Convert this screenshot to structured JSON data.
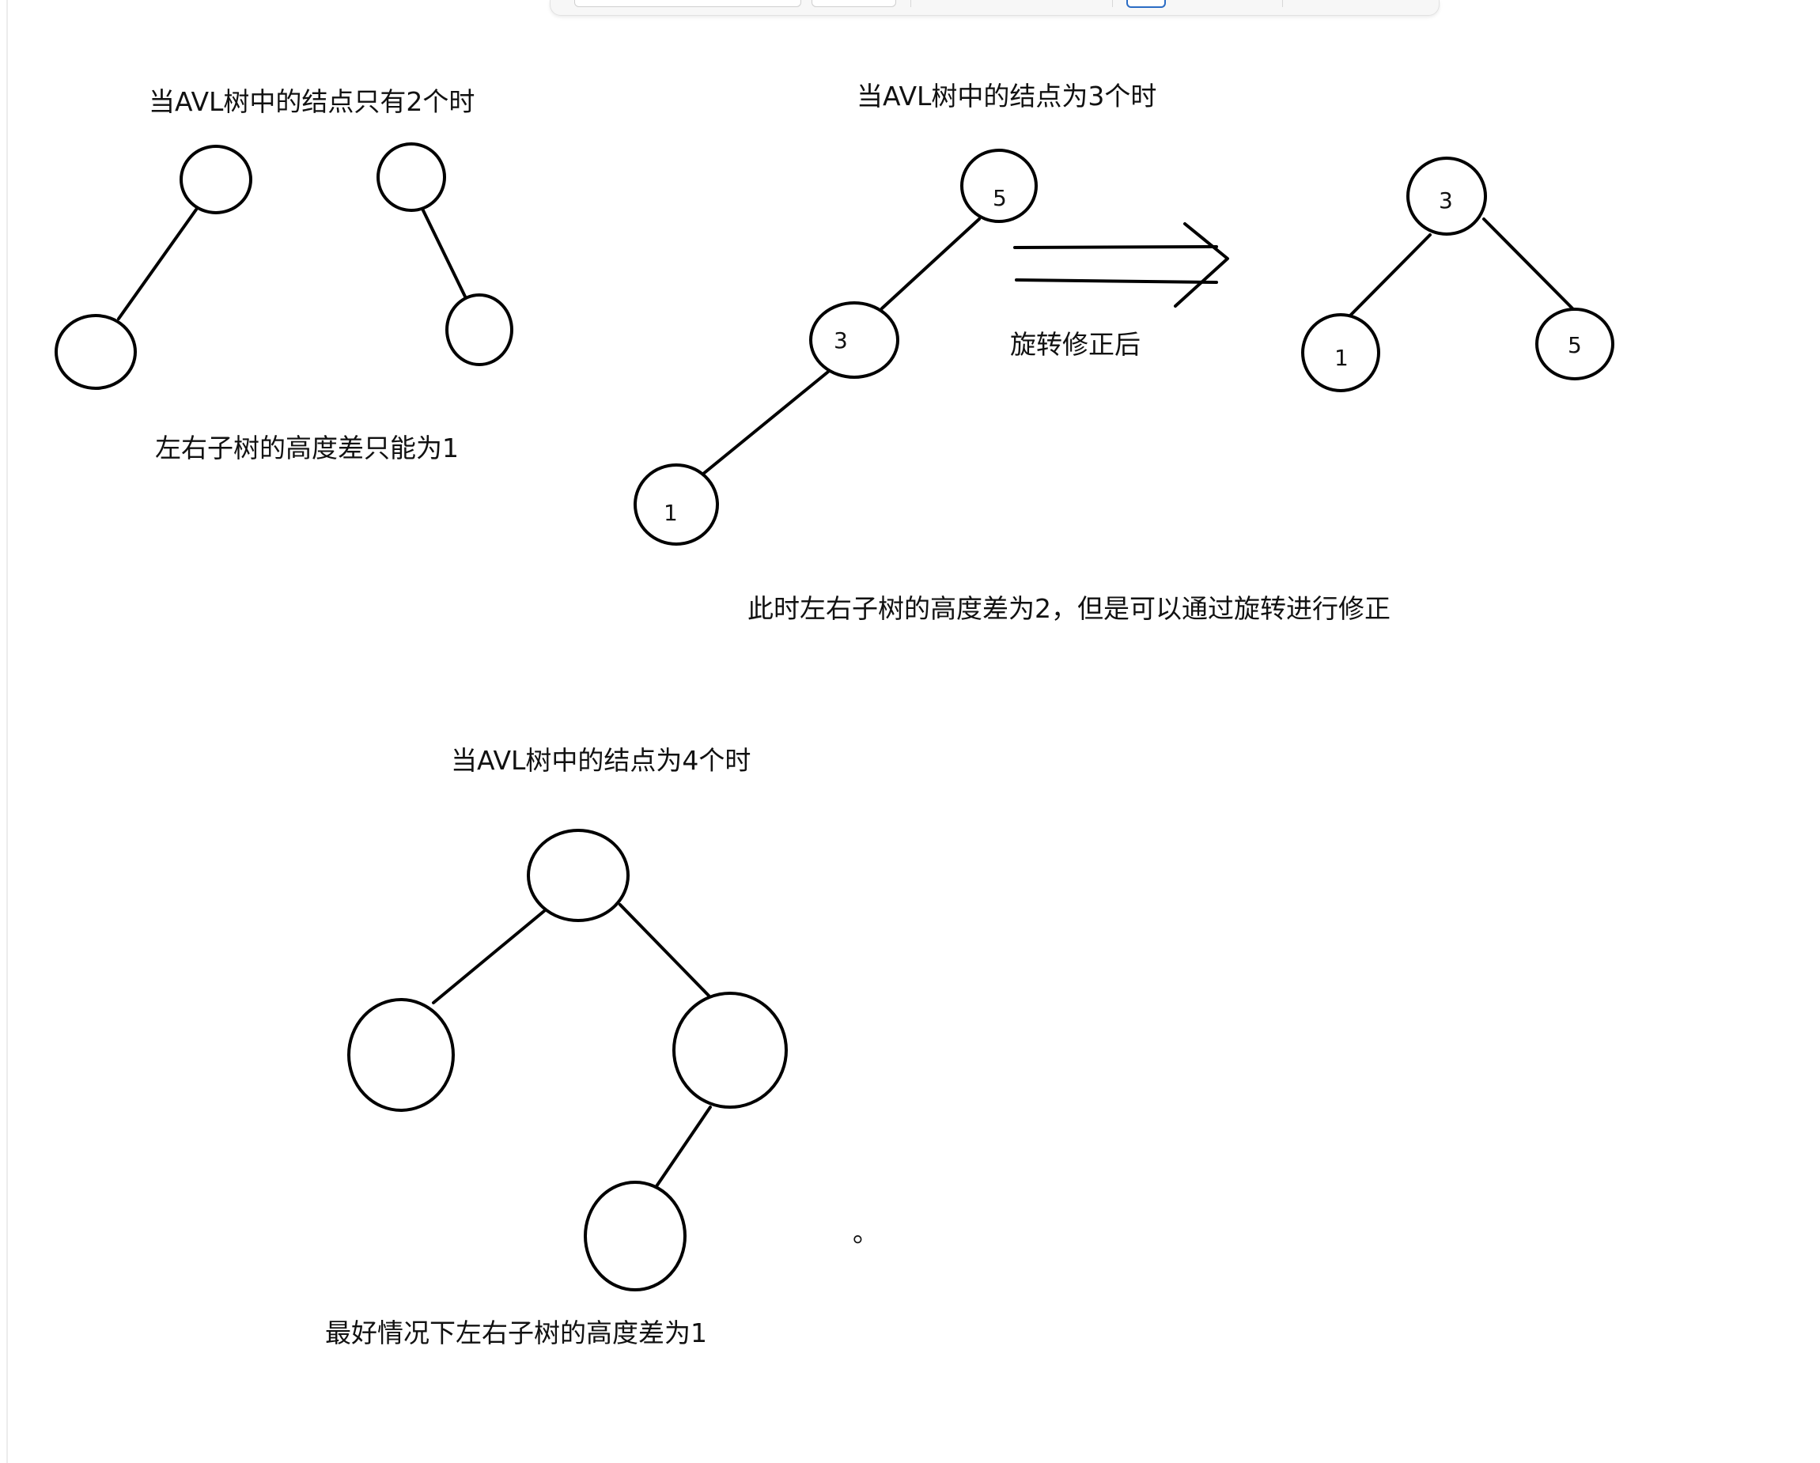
{
  "texts": {
    "two_nodes_title": "当AVL树中的结点只有2个时",
    "two_nodes_caption": "左右子树的高度差只能为1",
    "three_nodes_title": "当AVL树中的结点为3个时",
    "rotation_label": "旋转修正后",
    "three_nodes_caption": "此时左右子树的高度差为2，但是可以通过旋转进行修正",
    "four_nodes_title": "当AVL树中的结点为4个时",
    "four_nodes_caption": "最好情况下左右子树的高度差为1",
    "dot_mark": "。"
  },
  "trees": {
    "unbalanced": {
      "root": "5",
      "middle": "3",
      "leaf": "1"
    },
    "rotated": {
      "root": "3",
      "left": "1",
      "right": "5"
    }
  }
}
